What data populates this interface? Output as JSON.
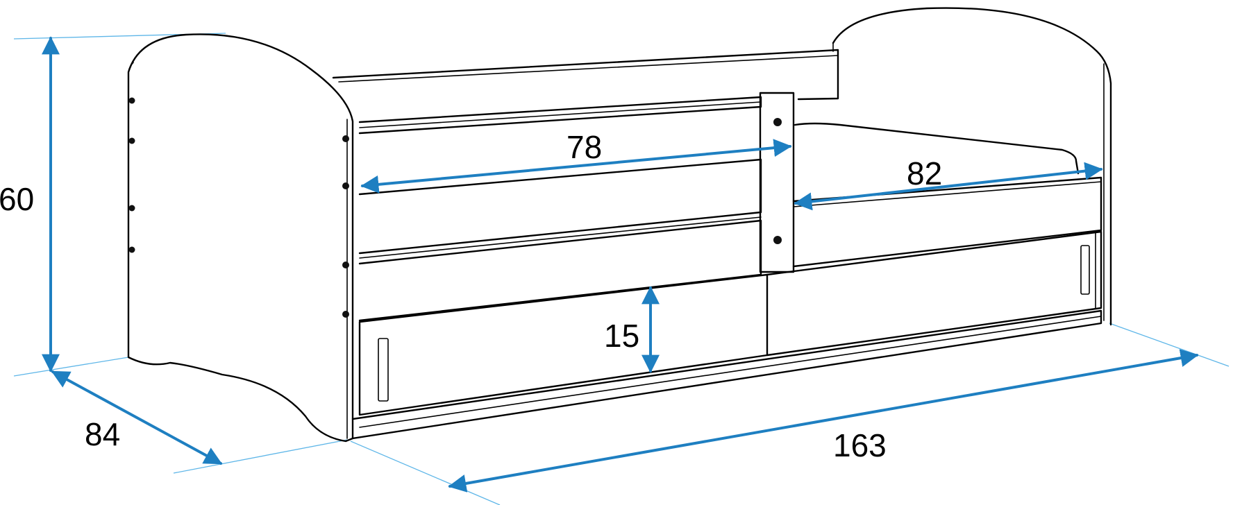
{
  "colors": {
    "dimension": "#1e7fc1",
    "guide": "#5eb6e8",
    "outline": "#000000",
    "background": "#ffffff"
  },
  "dimensions": {
    "height": "60",
    "depth": "84",
    "length": "163",
    "barrier_length": "78",
    "opening_length": "82",
    "drawer_height": "15"
  }
}
